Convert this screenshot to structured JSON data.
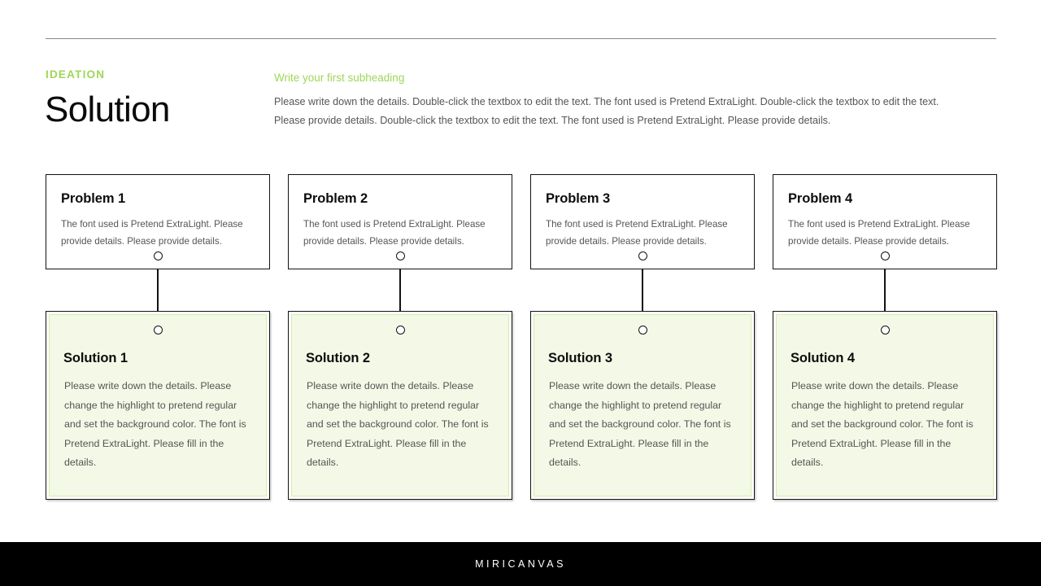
{
  "slide": {
    "background_color": "#ffffff",
    "accent_green": "#9ed757",
    "solution_fill": "#f3f9e6",
    "solution_inner_border": "#d8ecae",
    "line_color": "#121212"
  },
  "header": {
    "eyebrow": "IDEATION",
    "title": "Solution",
    "subheading": "Write your first subheading",
    "body_line1": "Please write down the details. Double-click the textbox to edit the text. The font used is Pretend ExtraLight. Double-click the textbox to edit the text.",
    "body_line2": "Please provide details. Double-click the textbox to edit the text. The font used is Pretend ExtraLight. Please provide details."
  },
  "columns": [
    {
      "problem": {
        "title": "Problem 1",
        "body": "The font used is Pretend ExtraLight. Please provide details.  Please provide details."
      },
      "solution": {
        "title": "Solution 1",
        "body": "Please write down the details. Please change the highlight to pretend regular and set the background color. The font is Pretend ExtraLight. Please fill in the details."
      }
    },
    {
      "problem": {
        "title": "Problem 2",
        "body": "The font used is Pretend ExtraLight. Please provide details.  Please provide details."
      },
      "solution": {
        "title": "Solution 2",
        "body": "Please write down the details. Please change the highlight to pretend regular and set the background color. The font is Pretend ExtraLight. Please fill in the details."
      }
    },
    {
      "problem": {
        "title": "Problem 3",
        "body": "The font used is Pretend ExtraLight. Please provide details.  Please provide details."
      },
      "solution": {
        "title": "Solution 3",
        "body": "Please write down the details. Please change the highlight to pretend regular and set the background color. The font is Pretend ExtraLight. Please fill in the details."
      }
    },
    {
      "problem": {
        "title": "Problem 4",
        "body": "The font used is Pretend ExtraLight. Please provide details.  Please provide details."
      },
      "solution": {
        "title": "Solution 4",
        "body": "Please write down the details. Please change the highlight to pretend regular and set the background color. The font is Pretend ExtraLight. Please fill in the details."
      }
    }
  ],
  "footer": {
    "brand": "MIRICANVAS"
  }
}
